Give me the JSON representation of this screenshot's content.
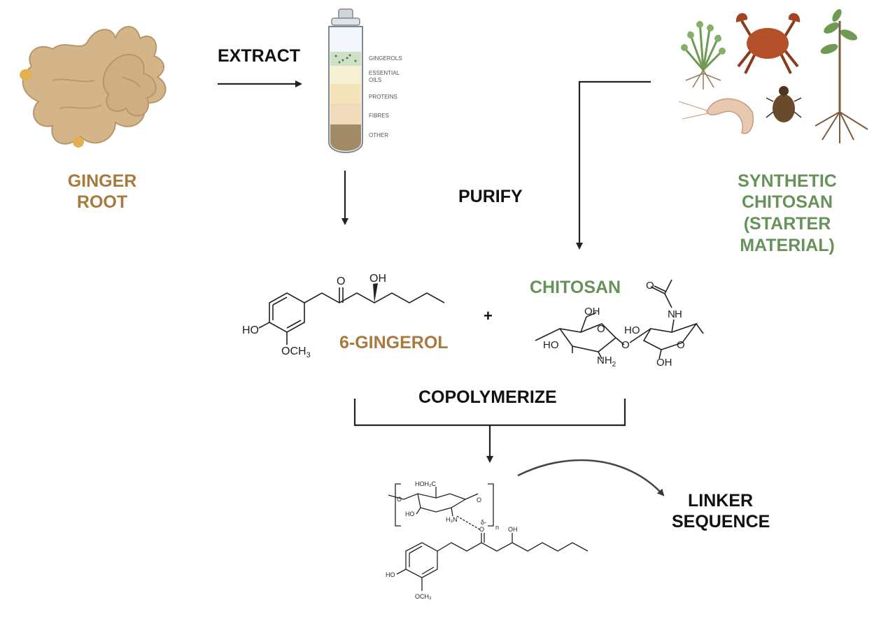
{
  "steps": {
    "extract": "EXTRACT",
    "purify": "PURIFY",
    "copolymerize": "COPOLYMERIZE",
    "linker_line1": "LINKER",
    "linker_line2": "SEQUENCE"
  },
  "ginger": {
    "line1": "GINGER",
    "line2": "ROOT"
  },
  "synthetic": {
    "line1": "SYNTHETIC",
    "line2": "CHITOSAN",
    "line3": "(STARTER",
    "line4": "MATERIAL)"
  },
  "tube_layers": [
    "GINGEROLS",
    "ESSENTIAL",
    "OILS",
    "PROTEINS",
    "FIBRES",
    "OTHER"
  ],
  "gingerol": {
    "name": "6-GINGEROL",
    "atoms": {
      "o": "O",
      "oh": "OH",
      "ho": "HO",
      "och": "OCH",
      "sub3": "3"
    }
  },
  "plus": "+",
  "chitosan": {
    "name": "CHITOSAN",
    "atoms": {
      "o": "O",
      "oh": "OH",
      "ho": "HO",
      "nh": "NH",
      "sub2": "2",
      "n": "N",
      "h": "H"
    }
  },
  "product": {
    "atoms": {
      "hoh2c": "HOH₂C",
      "o": "O",
      "ho": "HO",
      "h3n": "H₃N",
      "delta": "δ-",
      "n": "n",
      "oh": "OH",
      "och3": "OCH₃"
    }
  },
  "colors": {
    "ginger_brown": "#a87a3e",
    "chitosan_green": "#67935a",
    "text": "#111111"
  }
}
